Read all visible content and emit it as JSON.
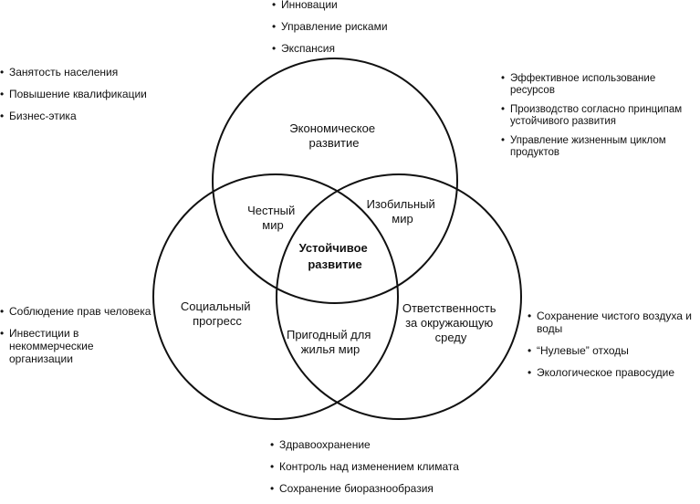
{
  "diagram": {
    "circles": {
      "economic": {
        "label": [
          "Экономическое",
          "развитие"
        ]
      },
      "social": {
        "label": [
          "Социальный",
          "прогресс"
        ]
      },
      "environment": {
        "label": [
          "Ответственность",
          "за окружающую",
          "среду"
        ]
      }
    },
    "intersections": {
      "fair_world": [
        "Честный",
        "мир"
      ],
      "abundant_world": [
        "Изобильный",
        "мир"
      ],
      "livable_world": [
        "Пригодный для",
        "жилья мир"
      ],
      "center": [
        "Устойчивое",
        "развитие"
      ]
    }
  },
  "lists": {
    "economic_top": [
      "Инновации",
      "Управление рисками",
      "Экспансия"
    ],
    "social_top_left": [
      "Занятость населения",
      "Повышение квалификации",
      "Бизнес-этика"
    ],
    "economic_right": [
      "Эффективное использование ресурсов",
      "Производство согласно принципам устойчивого развития",
      "Управление жизненным циклом продуктов"
    ],
    "social_left": [
      "Соблюдение прав человека",
      "Инвестиции в некоммерческие организации"
    ],
    "environment_right": [
      "Сохранение чистого воздуха и воды",
      "“Нулевые” отходы",
      "Экологическое правосудие"
    ],
    "bottom": [
      "Здравоохранение",
      "Контроль над изменением климата",
      "Сохранение биоразнообразия"
    ]
  }
}
